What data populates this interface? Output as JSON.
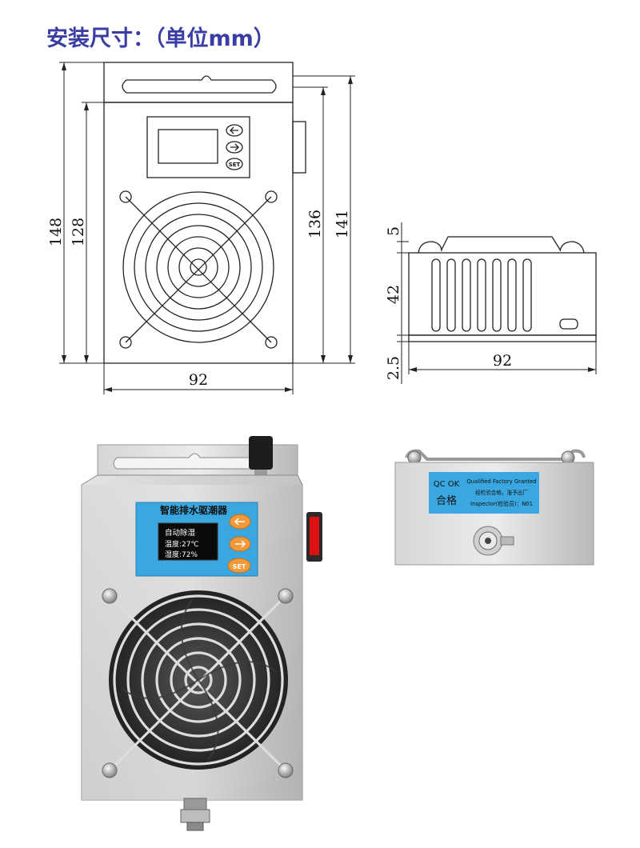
{
  "title": "安装尺寸：（单位mm）",
  "front_view": {
    "dims": {
      "overall_height": "148",
      "body_height": "128",
      "side_height": "136",
      "total_height": "141",
      "width": "92"
    },
    "buttons": {
      "set": "SET"
    }
  },
  "side_view": {
    "dims": {
      "top": "5",
      "body": "42",
      "bottom": "2.5",
      "width": "92"
    }
  },
  "photo_front": {
    "header": "智能排水驱潮器",
    "screen": {
      "line1": "自动除湿",
      "line2": "温度:27℃",
      "line3": "湿度:72%"
    },
    "buttons": {
      "set": "SET"
    }
  },
  "photo_side": {
    "qc_text": "QC OK",
    "qc_cn": "合格",
    "label_line1": "Qualified Factory Granted",
    "label_line2": "经检验合格，准予出厂",
    "label_line3": "Inspector(检验员)：N01"
  },
  "colors": {
    "title": "#3a3da3",
    "panel_blue": "#3aa7e0",
    "button_orange": "#f29a3a",
    "screen": "#0a0a0a",
    "steel": "#c9c9c9"
  }
}
